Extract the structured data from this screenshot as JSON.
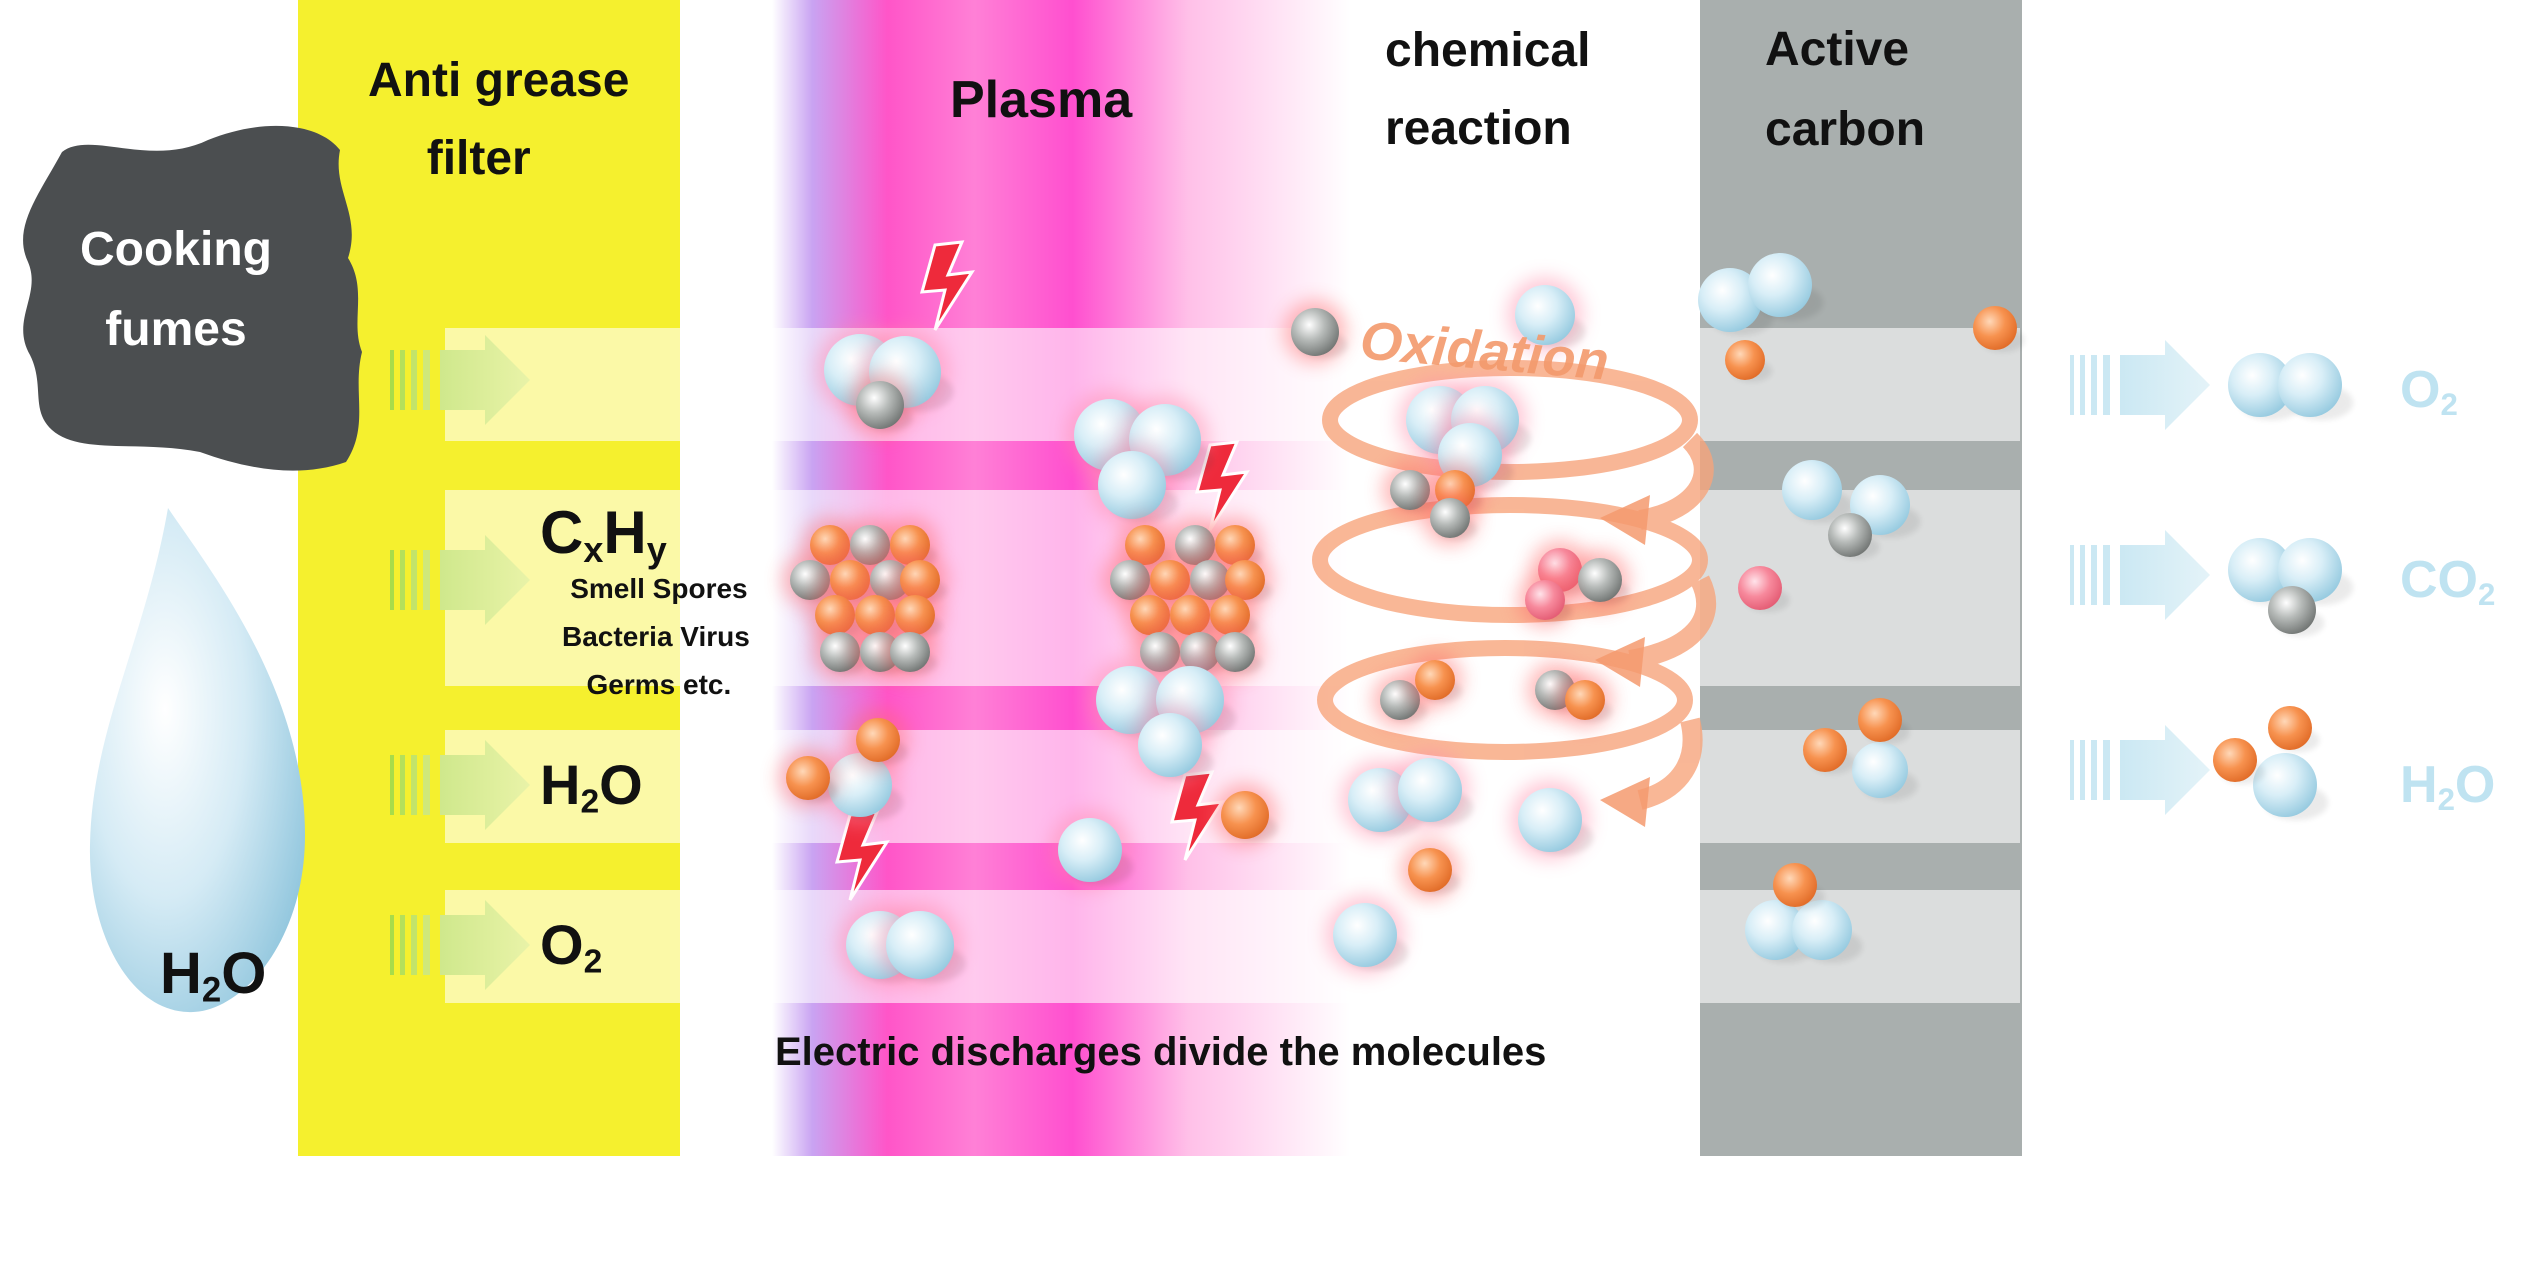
{
  "headers": {
    "anti_grease": [
      "Anti grease",
      "filter"
    ],
    "plasma": "Plasma",
    "chemical": [
      "chemical",
      "reaction"
    ],
    "carbon": [
      "Active",
      "carbon"
    ]
  },
  "inputs": {
    "cooking_fumes": [
      "Cooking",
      "fumes"
    ],
    "water_drop": {
      "main": "H",
      "sub": "2",
      "tail": "O"
    }
  },
  "rows": {
    "cxhy": {
      "c": "C",
      "x": "x",
      "h": "H",
      "y": "y"
    },
    "pollutants": [
      "Smell Spores",
      "Bacteria Virus",
      "Germs etc."
    ],
    "h2o": {
      "main": "H",
      "sub": "2",
      "tail": "O"
    },
    "o2": {
      "main": "O",
      "sub": "2"
    }
  },
  "oxidation_label": "Oxidation",
  "discharge_caption": "Electric discharges divide the molecules",
  "outputs": {
    "o2": {
      "main": "O",
      "sub": "2"
    },
    "co2": {
      "main": "CO",
      "sub": "2"
    },
    "h2o": {
      "main": "H",
      "sub": "2",
      "tail": "O"
    }
  },
  "colors": {
    "filter_yellow": "#f5f02e",
    "plasma_pink": "#ff55c8",
    "plasma_violet": "#c9a3f2",
    "carbon_gray": "#a9afae",
    "fumes_dark": "#4b4e50",
    "oxygen_blue": "#bfe3f1",
    "hydrogen_orange": "#f4823e",
    "carbon_atom_gray": "#8d918f",
    "spark_red": "#ee2a3b",
    "oxidation_orange": "#f7a57c"
  }
}
